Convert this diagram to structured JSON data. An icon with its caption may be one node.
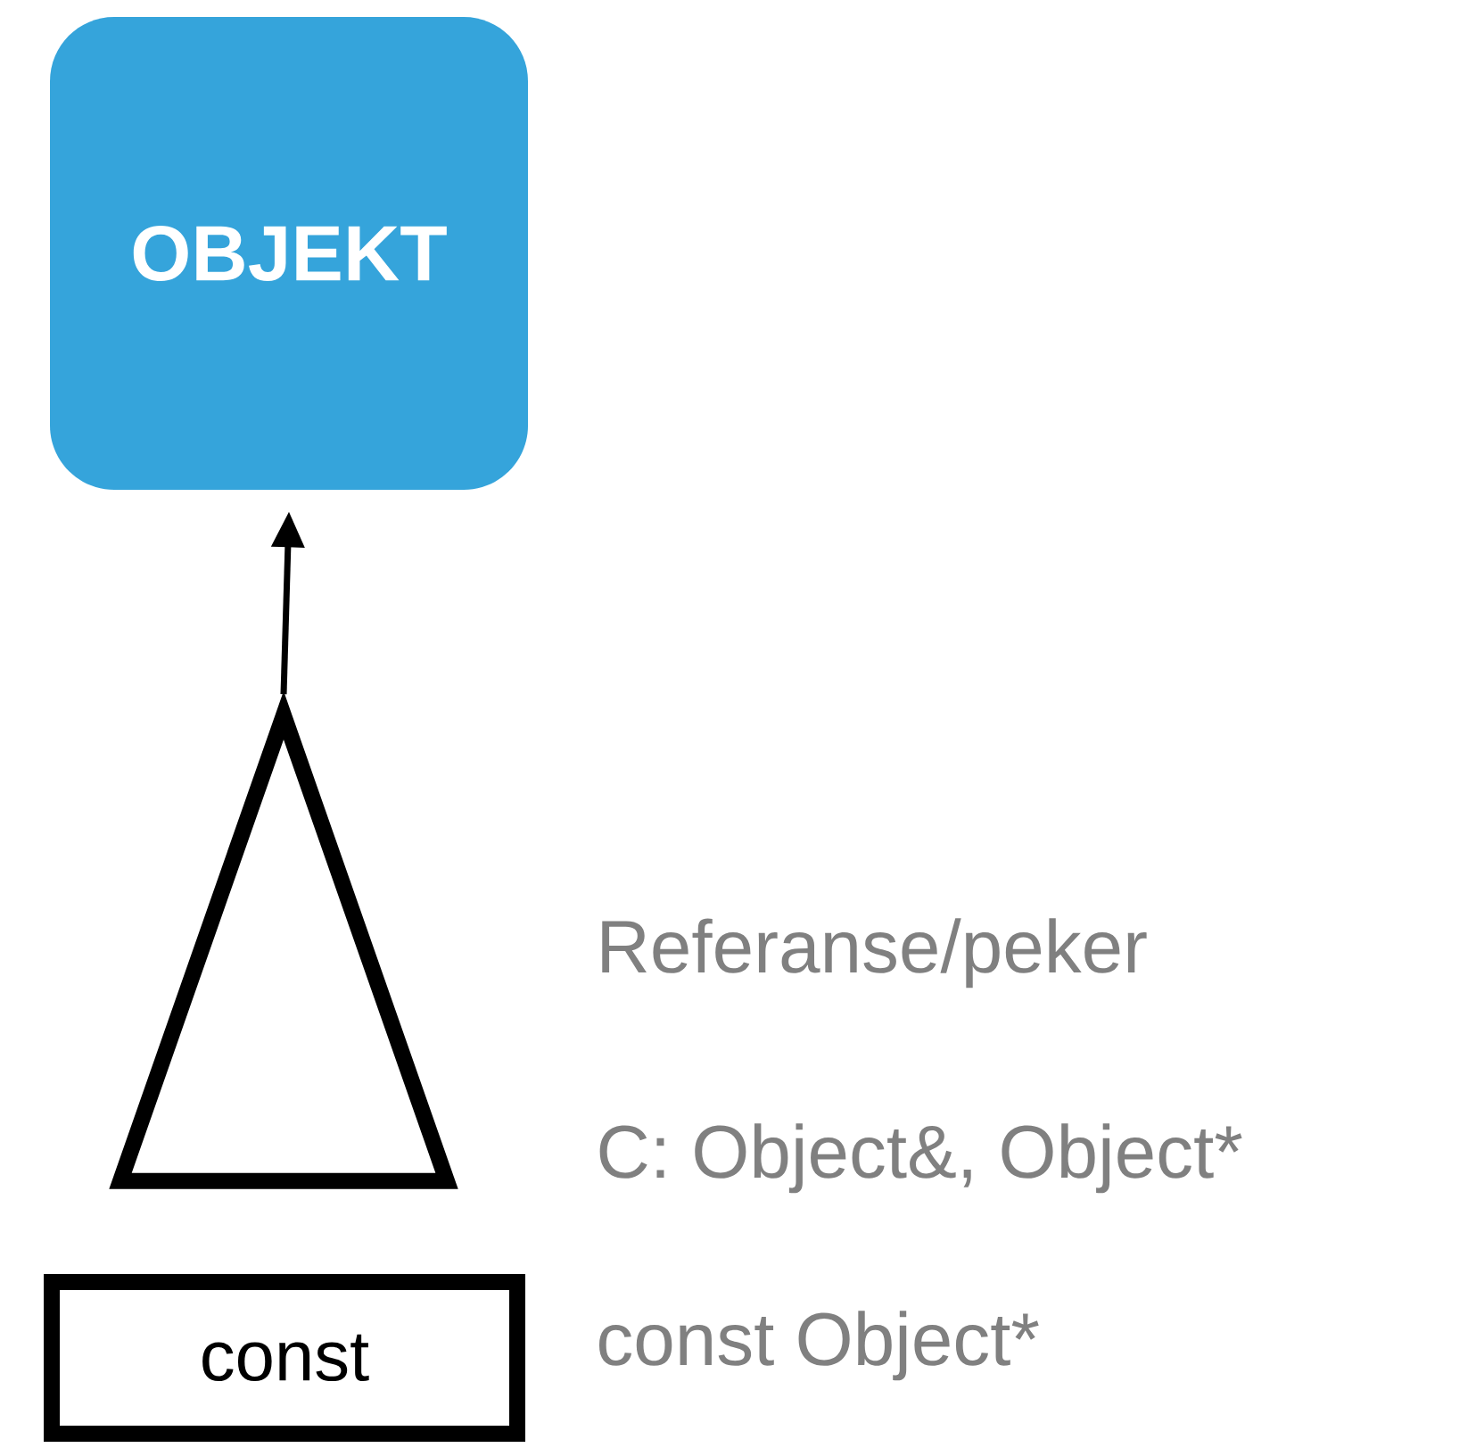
{
  "diagram": {
    "nodes": [
      {
        "text": [
          "OBJEKT"
        ]
      },
      {
        "text": [],
        "shape": "triangle"
      },
      {
        "text": [
          "const"
        ]
      }
    ],
    "edges": [
      {
        "from": 1,
        "to": 0,
        "arrow": "to"
      }
    ],
    "labels": [
      "Referanse/peker",
      "C: Object&, Object*",
      "const Object*"
    ]
  }
}
